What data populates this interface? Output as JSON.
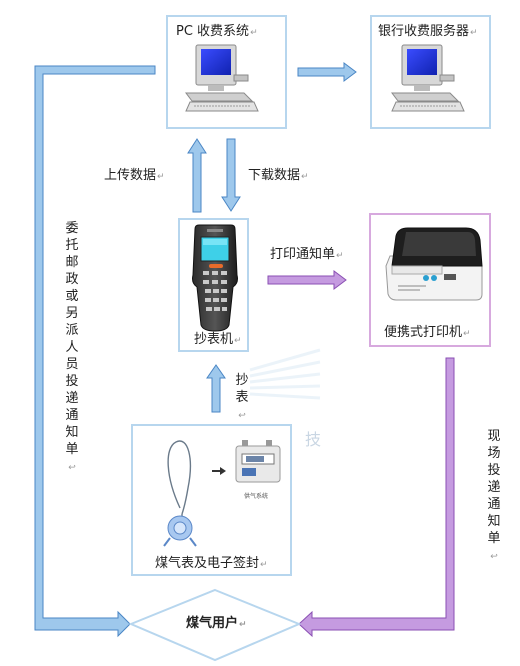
{
  "nodes": {
    "pc_system": "PC 收费系统",
    "bank_server": "银行收费服务器",
    "reader": "抄表机",
    "printer": "便携式打印机",
    "meter": "煤气表及电子签封",
    "meter_small_label": "供气系统",
    "user": "煤气用户"
  },
  "edges": {
    "upload": "上传数据",
    "download": "下载数据",
    "print_notice": "打印通知单",
    "read_meter": "抄表",
    "post_or_courier": "委托邮政或另派人员投递通知单",
    "onsite_delivery": "现场投递通知单"
  },
  "marks": {
    "return": "↵",
    "return_alt": "↩"
  },
  "watermark": "技",
  "colors": {
    "blue_border": "#b7d6ee",
    "blue_arrow": "#9ec8ec",
    "blue_outline": "#4a86c5",
    "purple_border": "#d7a9de",
    "purple_arrow": "#c59be0",
    "purple_outline": "#8a4fb3"
  }
}
